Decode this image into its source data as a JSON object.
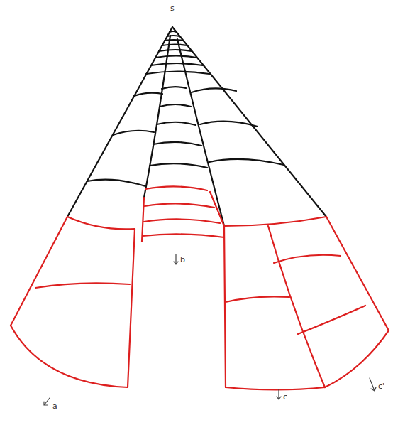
{
  "diagram": {
    "labels": [
      "s",
      "b",
      "a",
      "c",
      "c'"
    ]
  }
}
